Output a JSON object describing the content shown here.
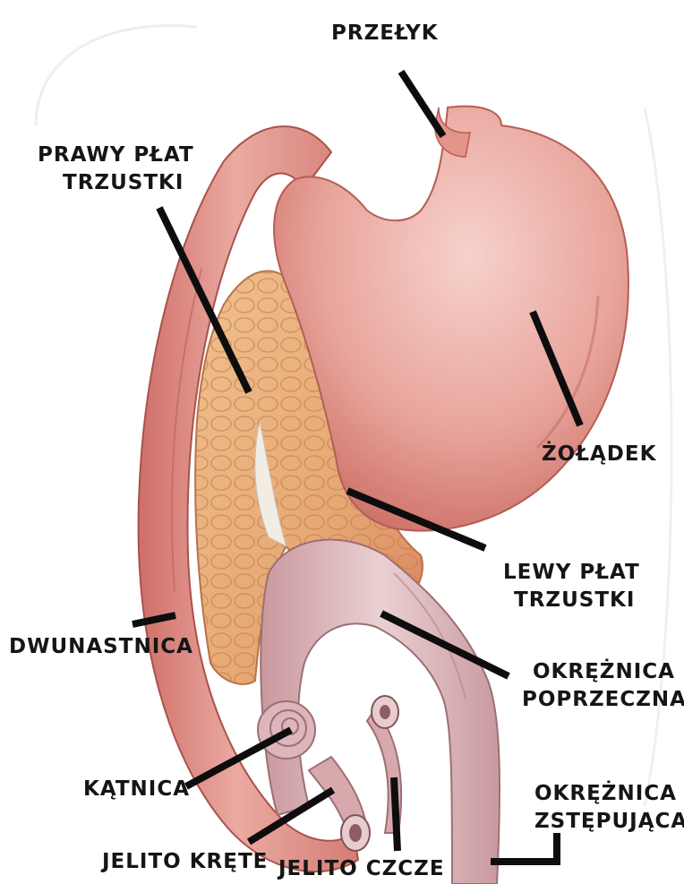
{
  "labels": {
    "przelyk": "PRZEŁYK",
    "prawy_plat_line1": "PRAWY PŁAT",
    "prawy_plat_line2": "TRZUSTKI",
    "zoladek": "ŻOŁĄDEK",
    "lewy_plat_line1": "LEWY PŁAT",
    "lewy_plat_line2": "TRZUSTKI",
    "dwunastnica": "DWUNASTNICA",
    "okreznica_poprzeczna_line1": "OKRĘŻNICA",
    "okreznica_poprzeczna_line2": "POPRZECZNA",
    "katnica": "KĄTNICA",
    "okreznica_zstepujaca_line1": "OKRĘŻNICA",
    "okreznica_zstepujaca_line2": "ZSTĘPUJĄCA",
    "jelito_krete": "JELITO KRĘTE",
    "jelito_czcze": "JELITO CZCZE"
  },
  "colors": {
    "stomach": "#e49a92",
    "duodenum": "#e3958c",
    "pancreas": "#e8b07c",
    "colon": "#d9b2b6",
    "leader_line": "#0d0d0d"
  }
}
